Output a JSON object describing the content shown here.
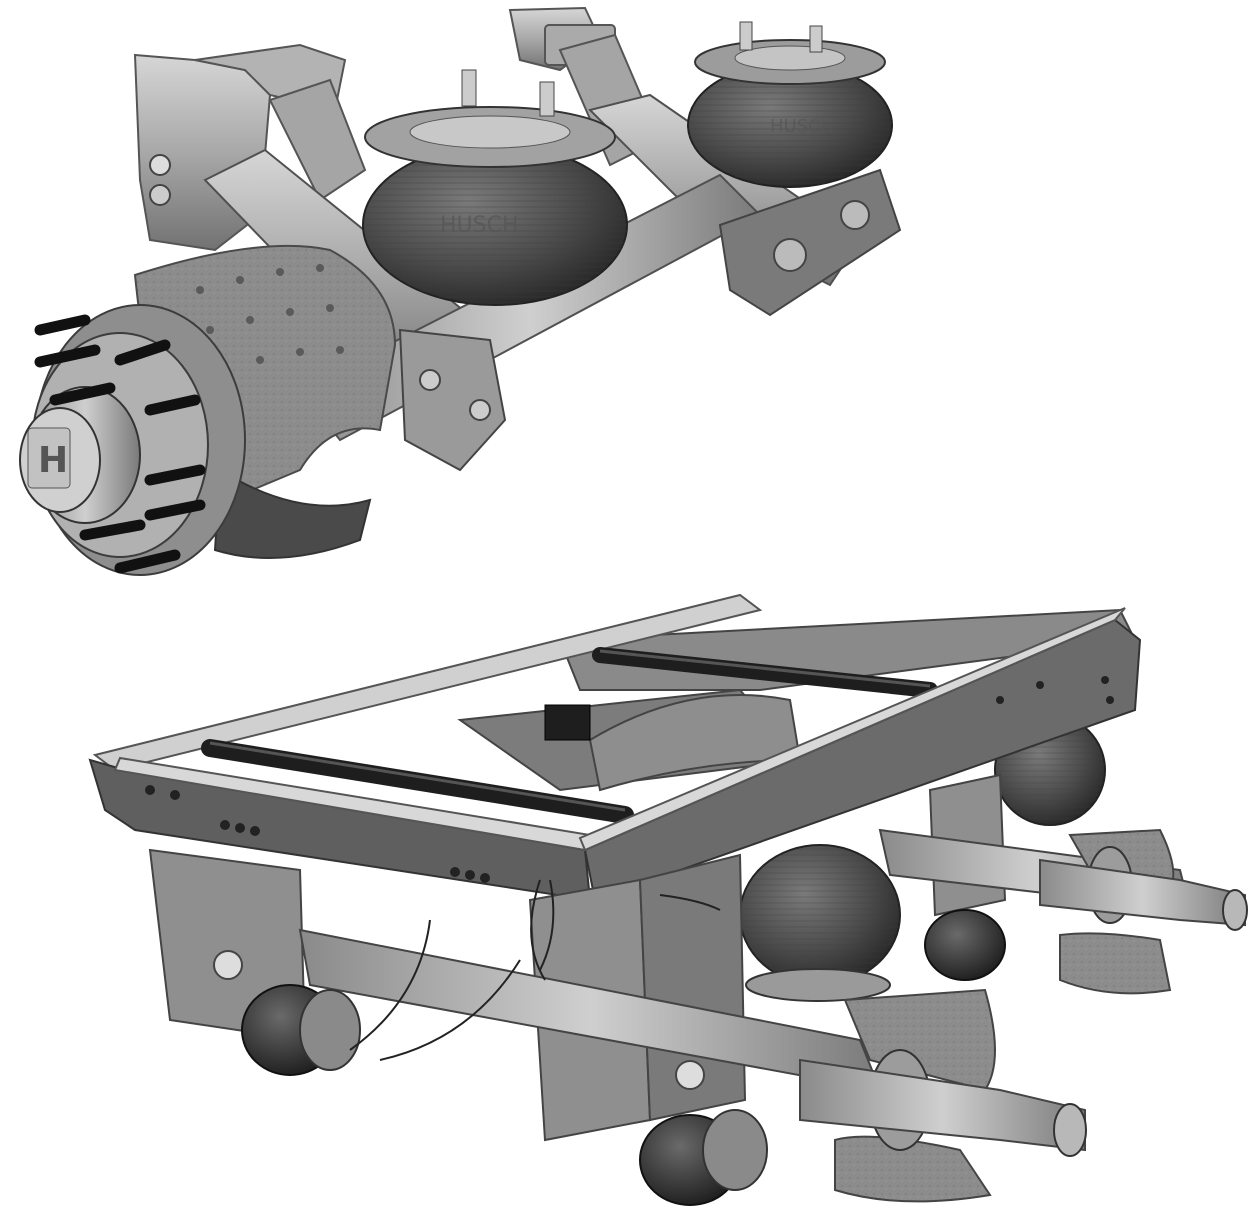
{
  "image": {
    "background": "#ffffff",
    "subjects": [
      {
        "name": "air-suspension-axle",
        "embossed_text": [
          "HUSCH",
          "HUSCH"
        ],
        "hub_logo": "H"
      },
      {
        "name": "suspension-subframe-tandem-axle"
      }
    ],
    "colors": {
      "metal_light": "#c9c9c9",
      "metal_mid": "#9a9a9a",
      "metal_dark": "#6e6e6e",
      "rubber": "#3a3a3a",
      "rubber_light": "#5a5a5a",
      "lining": "#8a8a8a"
    }
  }
}
